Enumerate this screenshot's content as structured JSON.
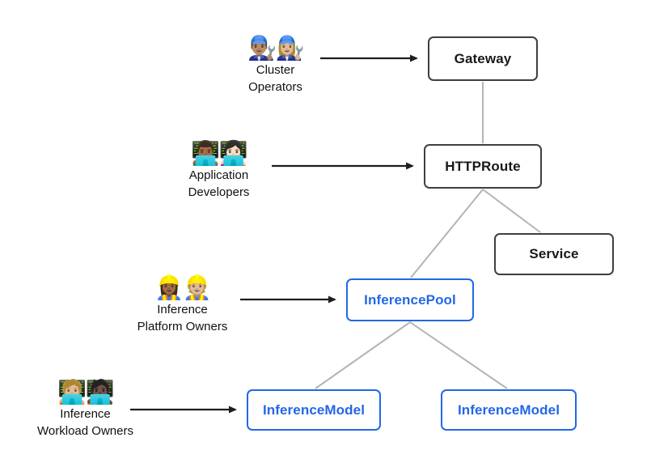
{
  "diagram": {
    "nodes": [
      {
        "id": "gateway",
        "label": "Gateway",
        "style": "dark"
      },
      {
        "id": "httproute",
        "label": "HTTPRoute",
        "style": "dark"
      },
      {
        "id": "service",
        "label": "Service",
        "style": "dark"
      },
      {
        "id": "inferencepool",
        "label": "InferencePool",
        "style": "blue"
      },
      {
        "id": "inferencemodel-left",
        "label": "InferenceModel",
        "style": "blue"
      },
      {
        "id": "inferencemodel-right",
        "label": "InferenceModel",
        "style": "blue"
      }
    ],
    "personas": [
      {
        "id": "cluster-operators",
        "icon": "👨🏽‍🔧👩🏼‍🔧",
        "lines": [
          "Cluster",
          "Operators"
        ]
      },
      {
        "id": "application-developers",
        "icon": "👨🏾‍💻👩🏻‍💻",
        "lines": [
          "Application",
          "Developers"
        ]
      },
      {
        "id": "inference-platform-owners",
        "icon": "👷🏾‍♀️👷🏼",
        "lines": [
          "Inference",
          "Platform Owners"
        ]
      },
      {
        "id": "inference-workload-owners",
        "icon": "🧑🏼‍💻🧑🏿‍💻",
        "lines": [
          "Inference",
          "Workload Owners"
        ]
      }
    ],
    "edges": [
      {
        "from": "gateway",
        "to": "httproute",
        "type": "gray-line"
      },
      {
        "from": "httproute",
        "to": "service",
        "type": "gray-line"
      },
      {
        "from": "httproute",
        "to": "inferencepool",
        "type": "gray-line"
      },
      {
        "from": "inferencepool",
        "to": "inferencemodel-left",
        "type": "gray-line"
      },
      {
        "from": "inferencepool",
        "to": "inferencemodel-right",
        "type": "gray-line"
      },
      {
        "from": "cluster-operators",
        "to": "gateway",
        "type": "black-arrow"
      },
      {
        "from": "application-developers",
        "to": "httproute",
        "type": "black-arrow"
      },
      {
        "from": "inference-platform-owners",
        "to": "inferencepool",
        "type": "black-arrow"
      },
      {
        "from": "inference-workload-owners",
        "to": "inferencemodel-left",
        "type": "black-arrow"
      }
    ],
    "colors": {
      "node_border_dark": "#3d4043",
      "node_text_dark": "#17191c",
      "accent_blue": "#2367e8",
      "connector_gray": "#b4b4b4",
      "arrow_black": "#1e1e1e",
      "background": "#ffffff"
    }
  }
}
